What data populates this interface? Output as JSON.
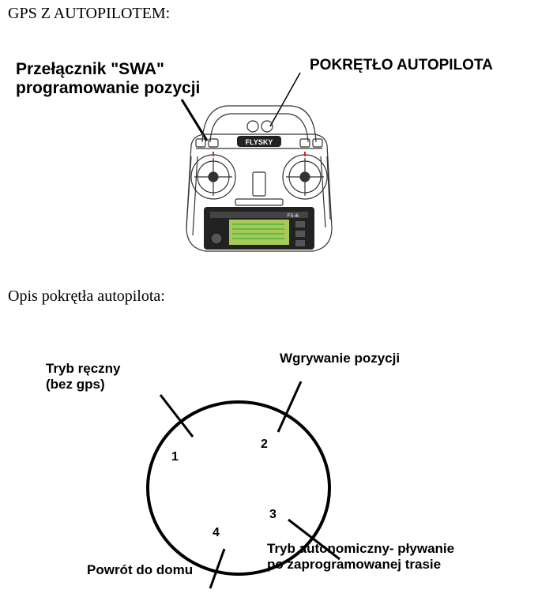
{
  "title": "GPS Z AUTOPILOTEM:",
  "subtitle": "Opis pokrętła autopilota:",
  "labels": {
    "swa_line1": "Przełącznik \"SWA\"",
    "swa_line2": "programowanie pozycji",
    "knob": "POKRĘTŁO AUTOPILOTA"
  },
  "remote": {
    "brand": "FLYSKY",
    "model": "FS-i6"
  },
  "dial": {
    "positions": [
      {
        "number": "1",
        "label_lines": [
          "Tryb ręczny",
          "(bez gps)"
        ]
      },
      {
        "number": "2",
        "label_lines": [
          "Wgrywanie pozycji"
        ]
      },
      {
        "number": "3",
        "label_lines": [
          "Tryb autonomiczny- pływanie",
          "po zaprogramowanej  trasie"
        ]
      },
      {
        "number": "4",
        "label_lines": [
          "Powrót do domu"
        ]
      }
    ]
  }
}
